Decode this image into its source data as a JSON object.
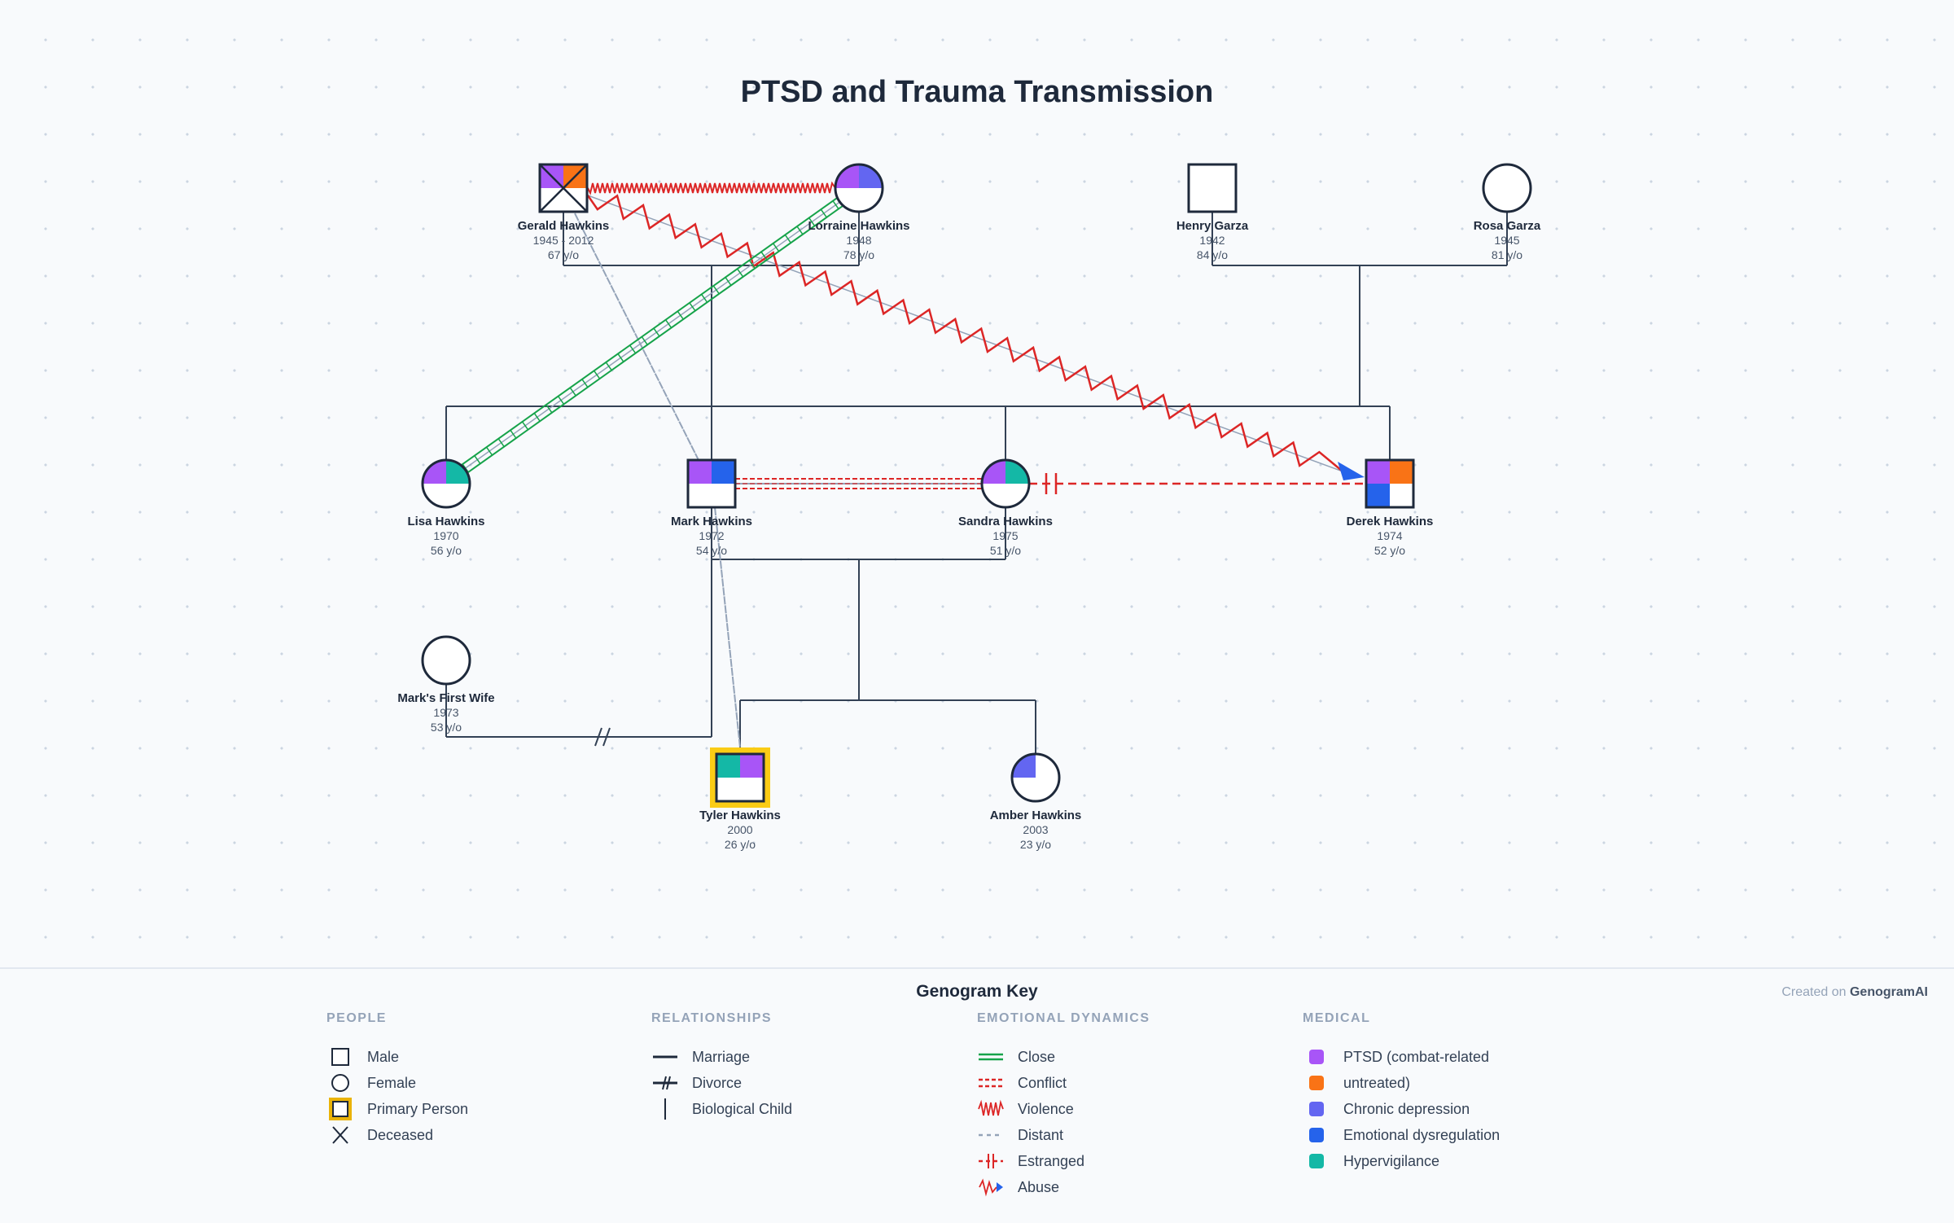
{
  "title": "PTSD and Trauma Transmission",
  "colors": {
    "ptsd": "#a855f7",
    "untreated": "#f97316",
    "depression": "#6366f1",
    "dysregulation": "#2563eb",
    "hypervigilance": "#14b8a6",
    "line": "#334155",
    "primary": "#facc15",
    "violence": "#dc2626",
    "close": "#16a34a",
    "distant": "#94a3b8",
    "abuse_arrow": "#2563eb"
  },
  "people": [
    {
      "id": "gerald",
      "name": "Gerald Hawkins",
      "years": "1945 - 2012",
      "age": "67 y/o",
      "gender": "male",
      "deceased": true,
      "quadrants": {
        "tl": "ptsd",
        "tr": "untreated"
      }
    },
    {
      "id": "lorraine",
      "name": "Lorraine Hawkins",
      "years": "1948",
      "age": "78 y/o",
      "gender": "female",
      "quadrants": {
        "tl": "ptsd",
        "tr": "depression"
      }
    },
    {
      "id": "henry",
      "name": "Henry Garza",
      "years": "1942",
      "age": "84 y/o",
      "gender": "male",
      "quadrants": {}
    },
    {
      "id": "rosa",
      "name": "Rosa Garza",
      "years": "1945",
      "age": "81 y/o",
      "gender": "female",
      "quadrants": {}
    },
    {
      "id": "lisa",
      "name": "Lisa Hawkins",
      "years": "1970",
      "age": "56 y/o",
      "gender": "female",
      "quadrants": {
        "tl": "ptsd",
        "tr": "hypervigilance"
      }
    },
    {
      "id": "mark",
      "name": "Mark Hawkins",
      "years": "1972",
      "age": "54 y/o",
      "gender": "male",
      "quadrants": {
        "tl": "ptsd",
        "tr": "dysregulation"
      }
    },
    {
      "id": "sandra",
      "name": "Sandra Hawkins",
      "years": "1975",
      "age": "51 y/o",
      "gender": "female",
      "quadrants": {
        "tl": "ptsd",
        "tr": "hypervigilance"
      }
    },
    {
      "id": "derek",
      "name": "Derek Hawkins",
      "years": "1974",
      "age": "52 y/o",
      "gender": "male",
      "quadrants": {
        "tl": "ptsd",
        "tr": "untreated",
        "bl": "dysregulation"
      }
    },
    {
      "id": "firstwife",
      "name": "Mark's First Wife",
      "years": "1973",
      "age": "53 y/o",
      "gender": "female",
      "quadrants": {}
    },
    {
      "id": "tyler",
      "name": "Tyler Hawkins",
      "years": "2000",
      "age": "26 y/o",
      "gender": "male",
      "primary": true,
      "quadrants": {
        "tl": "hypervigilance",
        "tr": "ptsd"
      }
    },
    {
      "id": "amber",
      "name": "Amber Hawkins",
      "years": "2003",
      "age": "23 y/o",
      "gender": "female",
      "quadrants": {
        "tl": "depression"
      }
    }
  ],
  "relationships": [
    {
      "type": "marriage",
      "a": "gerald",
      "b": "lorraine"
    },
    {
      "type": "marriage",
      "a": "henry",
      "b": "rosa"
    },
    {
      "type": "marriage",
      "a": "mark",
      "b": "sandra"
    },
    {
      "type": "divorce",
      "a": "firstwife",
      "b": "mark"
    },
    {
      "type": "violence",
      "a": "gerald",
      "b": "lorraine"
    },
    {
      "type": "abuse",
      "a": "gerald",
      "b": "derek"
    },
    {
      "type": "close",
      "a": "lorraine",
      "b": "lisa"
    },
    {
      "type": "distant",
      "a": "gerald",
      "b": "mark"
    },
    {
      "type": "distant",
      "a": "mark",
      "b": "tyler"
    },
    {
      "type": "conflict",
      "a": "mark",
      "b": "sandra"
    },
    {
      "type": "estranged",
      "a": "sandra",
      "b": "derek"
    }
  ],
  "legend": {
    "title": "Genogram Key",
    "credit_prefix": "Created on",
    "credit_brand": "GenogramAI",
    "people": {
      "heading": "PEOPLE",
      "items": [
        "Male",
        "Female",
        "Primary Person",
        "Deceased"
      ]
    },
    "relationships": {
      "heading": "RELATIONSHIPS",
      "items": [
        "Marriage",
        "Divorce",
        "Biological Child"
      ]
    },
    "emotional": {
      "heading": "EMOTIONAL DYNAMICS",
      "items": [
        "Close",
        "Conflict",
        "Violence",
        "Distant",
        "Estranged",
        "Abuse"
      ]
    },
    "medical": {
      "heading": "MEDICAL",
      "items": [
        {
          "label": "PTSD (combat-related",
          "color": "#a855f7"
        },
        {
          "label": "untreated)",
          "color": "#f97316"
        },
        {
          "label": "Chronic depression",
          "color": "#6366f1"
        },
        {
          "label": "Emotional dysregulation",
          "color": "#2563eb"
        },
        {
          "label": "Hypervigilance",
          "color": "#14b8a6"
        }
      ]
    }
  }
}
